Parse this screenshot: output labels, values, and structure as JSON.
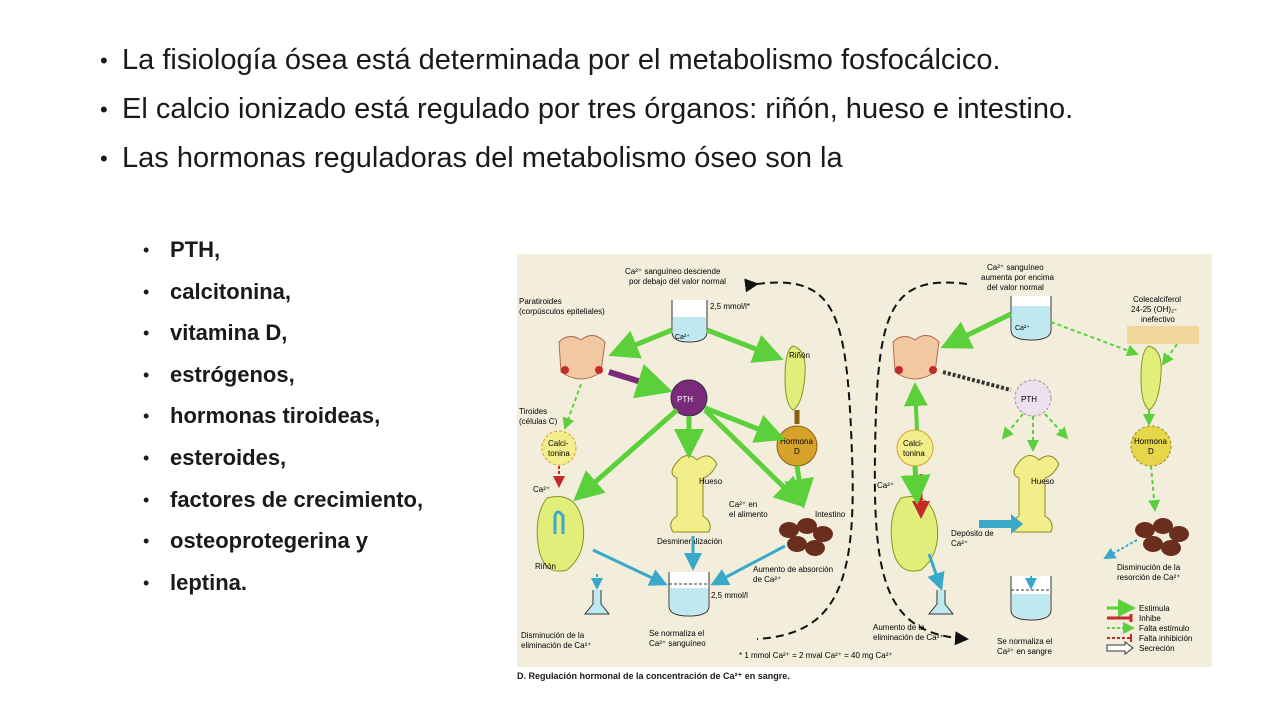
{
  "bullets": [
    "La fisiología ósea está determinada por el metabolismo fosfocálcico.",
    "El calcio ionizado está regulado por tres órganos: riñón, hueso e intestino.",
    "Las hormonas reguladoras del metabolismo óseo son la"
  ],
  "sub_bullets": [
    "PTH,",
    "calcitonina,",
    "vitamina D,",
    "estrógenos,",
    "hormonas tiroideas,",
    "esteroides,",
    "factores de crecimiento,",
    "osteoprotegerina y",
    "leptina."
  ],
  "colors": {
    "stimulate": "#5cd03a",
    "inhibit": "#c42a2a",
    "organ": "#e2ee7a",
    "blood": "#bfe8f0",
    "intestine": "#6a2e1e",
    "pth": "#7a2a7a",
    "hormone_d": "#d7a22a",
    "background": "#f3eedc"
  },
  "diagram": {
    "left": {
      "top_label": [
        "Ca²⁺ sanguíneo desciende",
        "por debajo del valor normal"
      ],
      "beaker_top_value": "2,5 mmol/l*",
      "paratiroides": [
        "Paratiroides",
        "(corpúsculos epiteliales)"
      ],
      "tiroides": [
        "Tiroides",
        "(células C)"
      ],
      "pth": "PTH",
      "calcitonina": [
        "Calci-",
        "tonina"
      ],
      "rinon_top": "Riñón",
      "hormona_d": [
        "Hormona",
        "D"
      ],
      "hueso": "Hueso",
      "ca_alimento": [
        "Ca²⁺ en",
        "el alimento"
      ],
      "intestino": "Intestino",
      "ca_left": "Ca²⁺",
      "rinon_bottom": "Riñón",
      "desmineralizacion": "Desmineralización",
      "aumento_absorcion": [
        "Aumento de absorción",
        "de Ca²⁺"
      ],
      "beaker_bottom_value": "2,5 mmol/l",
      "disminucion_eliminacion": [
        "Disminución de la",
        "eliminación de Ca²⁺"
      ],
      "se_normaliza": [
        "Se normaliza el",
        "Ca²⁺ sanguíneo"
      ],
      "footnote": "* 1 mmol Ca²⁺ = 2 mval Ca²⁺ = 40 mg Ca²⁺"
    },
    "right": {
      "top_label": [
        "Ca²⁺ sanguíneo",
        "aumenta por encima",
        "del valor normal"
      ],
      "colecalciferol": [
        "Colecalciferol",
        "24-25 (OH)₂-",
        "inefectivo"
      ],
      "pth": "PTH",
      "calcitonina": [
        "Calci-",
        "tonina"
      ],
      "hormona_d": [
        "Hormona",
        "D"
      ],
      "hueso": "Hueso",
      "ca_left": "Ca²⁺",
      "deposito": [
        "Depósito de",
        "Ca²⁺"
      ],
      "disminucion_resorcion": [
        "Disminución de la",
        "resorción de Ca²⁺"
      ],
      "aumento_eliminacion": [
        "Aumento de la",
        "eliminación de Ca²⁺"
      ],
      "se_normaliza": [
        "Se normaliza el",
        "Ca²⁺ en sangre"
      ]
    },
    "legend": [
      "Estimula",
      "Inhibe",
      "Falta estímulo",
      "Falta inhibición",
      "Secreción"
    ],
    "caption": "D. Regulación hormonal de la concentración de Ca²⁺ en sangre."
  }
}
